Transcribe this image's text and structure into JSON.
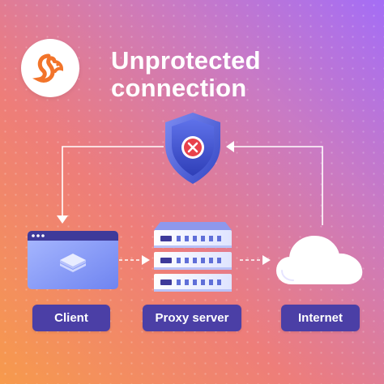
{
  "title": {
    "line1": "Unprotected",
    "line2": "connection"
  },
  "logo": {
    "icon": "squirrel-icon",
    "color": "#f2742a"
  },
  "shield": {
    "icon": "x-mark-icon",
    "status_color": "#e8414b"
  },
  "nodes": {
    "client": "Client",
    "proxy": "Proxy server",
    "internet": "Internet"
  },
  "colors": {
    "accent": "#4b3fa6",
    "gradient_start": "#f79a4c",
    "gradient_end": "#a46df6"
  }
}
